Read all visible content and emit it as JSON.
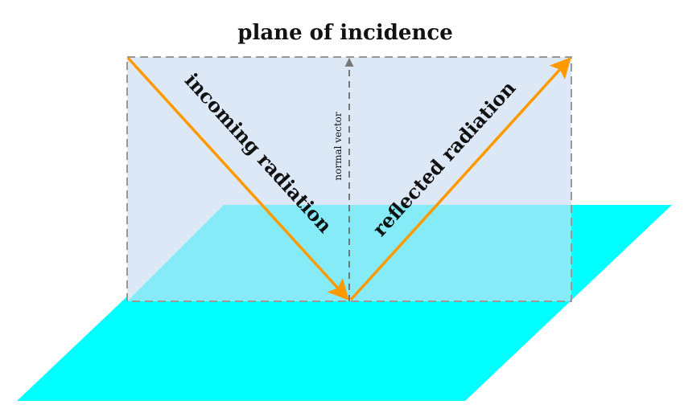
{
  "title": "plane of incidence",
  "labels": {
    "incoming": "incoming radiation",
    "reflected": "reflected radiation",
    "normal": "normal vector"
  },
  "colors": {
    "surface": "#00FFFF",
    "plane_of_incidence": "#DCE8F6",
    "overlap": "#85ECF7",
    "rays": "#FF9900",
    "dashed": "#999999",
    "normal": "#777777"
  }
}
